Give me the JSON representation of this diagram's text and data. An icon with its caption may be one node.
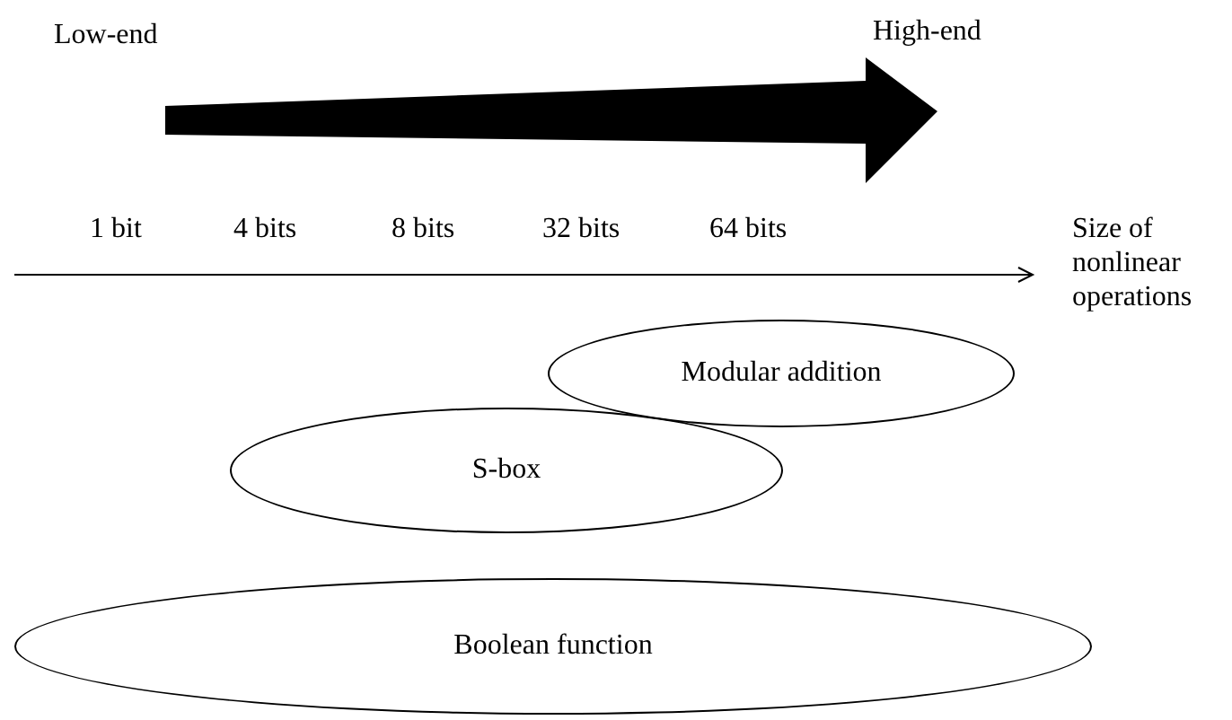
{
  "diagram": {
    "nodes": [
      {
        "text": [
          "Modular addition"
        ]
      },
      {
        "text": [
          "S-box"
        ]
      },
      {
        "text": [
          "Boolean function"
        ]
      }
    ],
    "labels": [
      "Low-end",
      "High-end",
      "1 bit",
      "4 bits",
      "8 bits",
      "32 bits",
      "64 bits",
      "Size of nonlinear operations"
    ]
  }
}
